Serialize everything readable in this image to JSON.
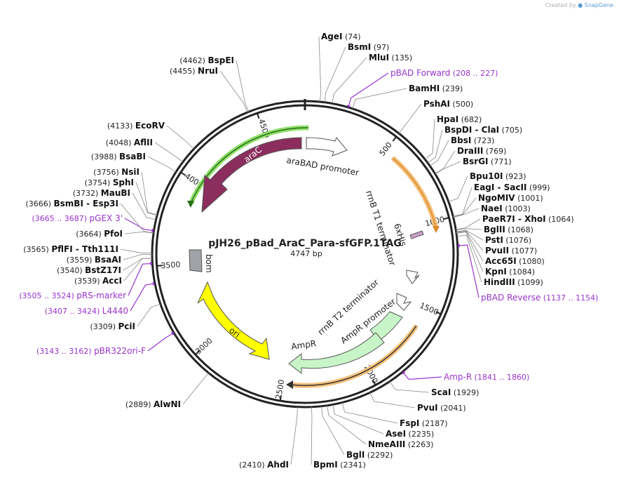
{
  "credit": {
    "prefix": "Created by",
    "brand": "SnapGene"
  },
  "plasmid": {
    "name": "pJH26_pBad_AraC_Para-sfGFP.1TAG",
    "size_label": "4747 bp",
    "length": 4747
  },
  "ticks": [
    {
      "label": "500",
      "pos": 500
    },
    {
      "label": "1000",
      "pos": 1000
    },
    {
      "label": "1500",
      "pos": 1500
    },
    {
      "label": "2000",
      "pos": 2000
    },
    {
      "label": "2500",
      "pos": 2500
    },
    {
      "label": "3000",
      "pos": 3000
    },
    {
      "label": "3500",
      "pos": 3500
    },
    {
      "label": "4000",
      "pos": 4000
    },
    {
      "label": "4500",
      "pos": 4500
    }
  ],
  "sites": [
    {
      "name": "AgeI",
      "pos": "(74)",
      "at": 74
    },
    {
      "name": "BsmI",
      "pos": "(97)",
      "at": 97
    },
    {
      "name": "MluI",
      "pos": "(135)",
      "at": 135
    },
    {
      "name": "pBAD Forward",
      "pos": "(208 .. 227)",
      "at": 217,
      "primer": true
    },
    {
      "name": "BamHI",
      "pos": "(239)",
      "at": 239
    },
    {
      "name": "PshAI",
      "pos": "(500)",
      "at": 500
    },
    {
      "name": "HpaI",
      "pos": "(682)",
      "at": 682
    },
    {
      "name": "BspDI",
      "name2": "ClaI",
      "pos": "(705)",
      "at": 705
    },
    {
      "name": "BbsI",
      "pos": "(723)",
      "at": 723
    },
    {
      "name": "DraIII",
      "pos": "(769)",
      "at": 769
    },
    {
      "name": "BsrGI",
      "pos": "(771)",
      "at": 771
    },
    {
      "name": "Bpu10I",
      "pos": "(923)",
      "at": 923
    },
    {
      "name": "EagI",
      "name2": "SacII",
      "pos": "(999)",
      "at": 999
    },
    {
      "name": "NgoMIV",
      "pos": "(1001)",
      "at": 1001
    },
    {
      "name": "NaeI",
      "pos": "(1003)",
      "at": 1003
    },
    {
      "name": "PaeR7I",
      "name2": "XhoI",
      "pos": "(1064)",
      "at": 1064
    },
    {
      "name": "BglII",
      "pos": "(1068)",
      "at": 1068
    },
    {
      "name": "PstI",
      "pos": "(1076)",
      "at": 1076
    },
    {
      "name": "PvuII",
      "pos": "(1077)",
      "at": 1077
    },
    {
      "name": "Acc65I",
      "pos": "(1080)",
      "at": 1080
    },
    {
      "name": "KpnI",
      "pos": "(1084)",
      "at": 1084
    },
    {
      "name": "HindIII",
      "pos": "(1099)",
      "at": 1099
    },
    {
      "name": "pBAD Reverse",
      "pos": "(1137 .. 1154)",
      "at": 1145,
      "primer": true
    },
    {
      "name": "Amp-R",
      "pos": "(1841 .. 1860)",
      "at": 1850,
      "primer": true
    },
    {
      "name": "ScaI",
      "pos": "(1929)",
      "at": 1929
    },
    {
      "name": "PvuI",
      "pos": "(2041)",
      "at": 2041
    },
    {
      "name": "FspI",
      "pos": "(2187)",
      "at": 2187
    },
    {
      "name": "AseI",
      "pos": "(2235)",
      "at": 2235
    },
    {
      "name": "NmeAIII",
      "pos": "(2263)",
      "at": 2263
    },
    {
      "name": "BglI",
      "pos": "(2292)",
      "at": 2292
    },
    {
      "name": "BpmI",
      "pos": "(2341)",
      "at": 2341
    },
    {
      "name": "AhdI",
      "pos": "(2410)",
      "at": 2410
    },
    {
      "name": "AlwNI",
      "pos": "(2889)",
      "at": 2889
    },
    {
      "name": "pBR322ori-F",
      "pos": "(3143 .. 3162)",
      "at": 3152,
      "primer": true
    },
    {
      "name": "PciI",
      "pos": "(3309)",
      "at": 3309
    },
    {
      "name": "L4440",
      "pos": "(3407 .. 3424)",
      "at": 3415,
      "primer": true
    },
    {
      "name": "pRS-marker",
      "pos": "(3505 .. 3524)",
      "at": 3514,
      "primer": true
    },
    {
      "name": "AccI",
      "pos": "(3539)",
      "at": 3539
    },
    {
      "name": "BstZ17I",
      "pos": "(3540)",
      "at": 3540
    },
    {
      "name": "BsaAI",
      "pos": "(3559)",
      "at": 3559
    },
    {
      "name": "PflFI",
      "name2": "Tth111I",
      "pos": "(3565)",
      "at": 3565
    },
    {
      "name": "PfoI",
      "pos": "(3664)",
      "at": 3664
    },
    {
      "name": "pGEX 3'",
      "pos": "(3665 .. 3687)",
      "at": 3676,
      "primer": true
    },
    {
      "name": "BsmBI",
      "name2": "Esp3I",
      "pos": "(3666)",
      "at": 3666
    },
    {
      "name": "MauBI",
      "pos": "(3732)",
      "at": 3732
    },
    {
      "name": "SphI",
      "pos": "(3754)",
      "at": 3754
    },
    {
      "name": "NsiI",
      "pos": "(3756)",
      "at": 3756
    },
    {
      "name": "BsaBI",
      "pos": "(3988)",
      "at": 3988
    },
    {
      "name": "AflII",
      "pos": "(4048)",
      "at": 4048
    },
    {
      "name": "EcoRV",
      "pos": "(4133)",
      "at": 4133
    },
    {
      "name": "NruI",
      "pos": "(4455)",
      "at": 4455
    },
    {
      "name": "BspEI",
      "pos": "(4462)",
      "at": 4462
    }
  ],
  "features": [
    {
      "label": "araC",
      "color": "#8b2e5e"
    },
    {
      "label": "araBAD promoter",
      "color": "#ffffff"
    },
    {
      "label": "rrnB T1 terminator",
      "color": "#ffffff"
    },
    {
      "label": "6xHis",
      "color": "#c9a0c9"
    },
    {
      "label": "rrnB T2 terminator",
      "color": "#ffffff"
    },
    {
      "label": "AmpR promoter",
      "color": "#c8f5c8"
    },
    {
      "label": "AmpR",
      "color": "#c8f5c8"
    },
    {
      "label": "ori",
      "color": "#ffff00"
    },
    {
      "label": "bom",
      "color": "#a0a4a8"
    }
  ],
  "colors": {
    "primer": "#9933cc",
    "site": "#000000",
    "backbone": "#222222",
    "highlight_green": "#8fe06a",
    "highlight_orange": "#f5c07a"
  }
}
